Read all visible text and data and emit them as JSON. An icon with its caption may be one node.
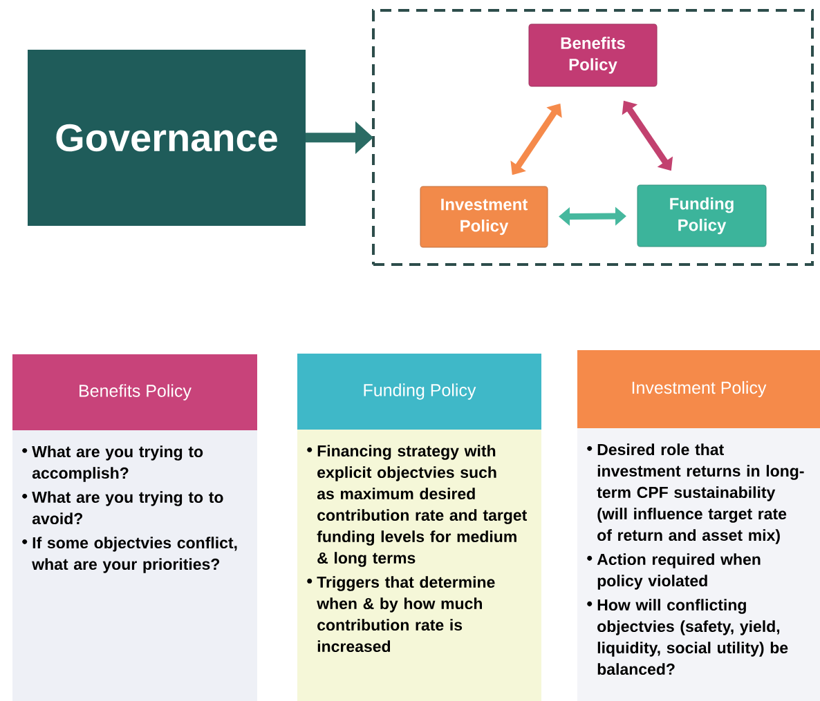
{
  "diagram": {
    "nodes": [
      {
        "text": [
          "Governance"
        ]
      },
      {
        "text": [],
        "shape": "box"
      },
      {
        "text": [
          "Benefits Policy"
        ],
        "in": 1
      },
      {
        "text": [
          "Investment Policy"
        ],
        "in": 1
      },
      {
        "text": [
          "Funding Policy"
        ],
        "in": 1
      },
      {
        "text": [
          "Benefits Policy",
          "What are you trying to accomplish?",
          "What are you trying to to avoid?",
          "If some objectvies conflict, what are your priorities?"
        ]
      },
      {
        "text": [
          "Funding Policy",
          "Financing strategy with explicit objectvies such as maximum desired contribution rate and target funding levels for medium & long terms",
          "Triggers that determine when & by how much contribution rate is increased"
        ]
      },
      {
        "text": [
          "Investment Policy",
          "Desired role that investment returns in long-term CPF sustainability (will influence target rate of return and asset mix)",
          "Action required when policy violated",
          "How will conflicting objectvies (safety, yield, liquidity, social utility) be balanced?"
        ]
      }
    ],
    "edges": [
      {
        "from": 0,
        "to": 1,
        "arrow": "to",
        "color": "#2a6b64"
      },
      {
        "from": 3,
        "to": 2,
        "arrow": "both",
        "color": "#f58a4b"
      },
      {
        "from": 4,
        "to": 2,
        "arrow": "both",
        "color": "#c2416f"
      },
      {
        "from": 3,
        "to": 4,
        "arrow": "both",
        "color": "#46b89e"
      }
    ]
  }
}
